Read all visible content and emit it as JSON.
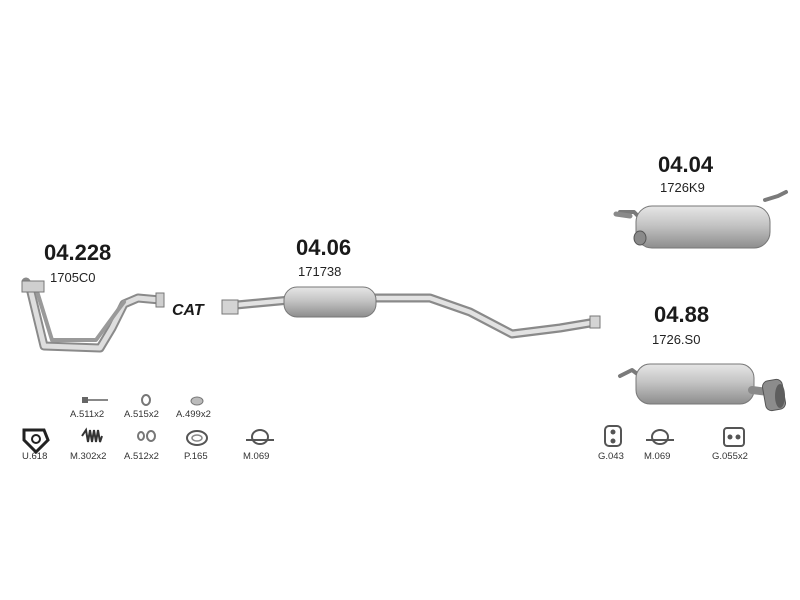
{
  "parts": [
    {
      "number": "04.228",
      "code": "1705C0"
    },
    {
      "number": "04.06",
      "code": "171738"
    },
    {
      "number": "04.04",
      "code": "1726K9"
    },
    {
      "number": "04.88",
      "code": "1726.S0"
    }
  ],
  "cat_label": "CAT",
  "accessories": [
    {
      "label": "A.511x2",
      "icon": "bolt-icon"
    },
    {
      "label": "A.515x2",
      "icon": "nut-icon"
    },
    {
      "label": "A.499x2",
      "icon": "washer-icon"
    },
    {
      "label": "U.618",
      "icon": "gasket-icon"
    },
    {
      "label": "M.302x2",
      "icon": "spring-icon"
    },
    {
      "label": "A.512x2",
      "icon": "nut-pair-icon"
    },
    {
      "label": "P.165",
      "icon": "ring-icon"
    },
    {
      "label": "M.069",
      "icon": "clamp-icon"
    },
    {
      "label": "G.043",
      "icon": "rubber-hanger-icon"
    },
    {
      "label": "M.069",
      "icon": "clamp-icon"
    },
    {
      "label": "G.055x2",
      "icon": "rubber-hanger-double-icon"
    }
  ],
  "colors": {
    "metal_light": "#d9d9d9",
    "metal_mid": "#a8a8a8",
    "metal_dark": "#6e6e6e",
    "text": "#1a1a1a"
  }
}
